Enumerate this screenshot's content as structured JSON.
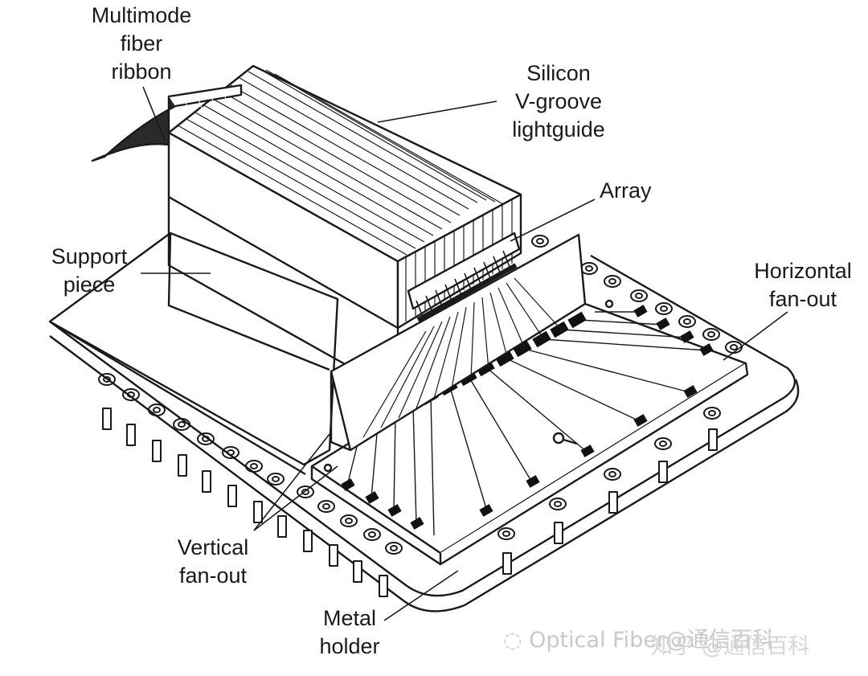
{
  "labels": {
    "fiber_ribbon": [
      "Multimode",
      "fiber",
      "ribbon"
    ],
    "lightguide": [
      "Silicon",
      "V-groove",
      "lightguide"
    ],
    "array": "Array",
    "support": [
      "Support",
      "piece"
    ],
    "horizontal": [
      "Horizontal",
      "fan-out"
    ],
    "vertical": [
      "Vertical",
      "fan-out"
    ],
    "holder": [
      "Metal",
      "holder"
    ]
  },
  "watermark": "Optical Fiber@通信百科",
  "watermark_overlay": "知乎 @通信百科",
  "colors": {
    "ink": "#1a1a1a",
    "watermark": "#c8c8c8"
  }
}
